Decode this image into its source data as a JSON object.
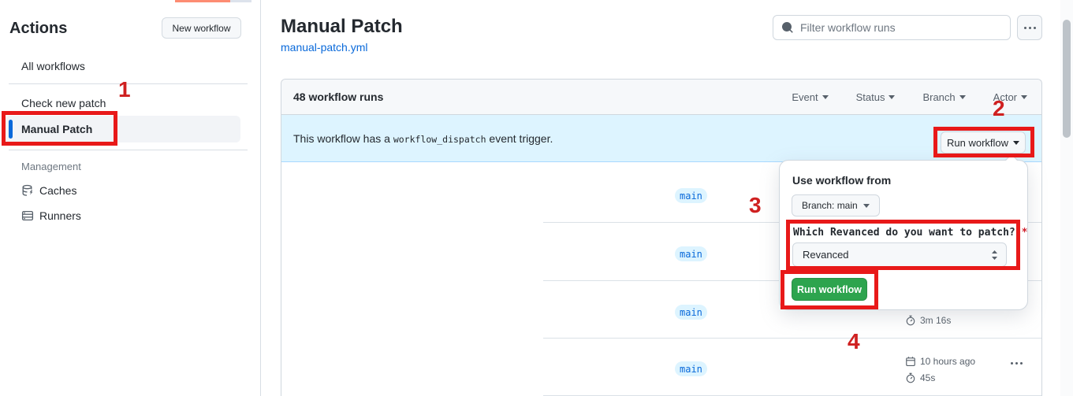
{
  "annotations": {
    "step_1": "1",
    "step_2": "2",
    "step_3": "3",
    "step_4": "4"
  },
  "sidebar": {
    "title": "Actions",
    "new_workflow_button": "New workflow",
    "items": [
      {
        "label": "All workflows"
      },
      {
        "label": "Check new patch"
      },
      {
        "label": "Manual Patch"
      }
    ],
    "management": {
      "label": "Management",
      "items": [
        {
          "label": "Caches"
        },
        {
          "label": "Runners"
        }
      ]
    }
  },
  "main": {
    "title": "Manual Patch",
    "workflow_file": "manual-patch.yml",
    "filter_placeholder": "Filter workflow runs",
    "panel": {
      "runs_count": "48 workflow runs",
      "filters": [
        {
          "label": "Event"
        },
        {
          "label": "Status"
        },
        {
          "label": "Branch"
        },
        {
          "label": "Actor"
        }
      ],
      "banner": {
        "text_before": "This workflow has a ",
        "code": "workflow_dispatch",
        "text_after": " event trigger.",
        "run_workflow_label": "Run workflow"
      },
      "rows": [
        {
          "branch": "main"
        },
        {
          "branch": "main"
        },
        {
          "branch": "main",
          "duration": "3m 16s"
        },
        {
          "branch": "main",
          "started": "10 hours ago",
          "duration": "45s"
        }
      ]
    }
  },
  "popup": {
    "heading": "Use workflow from",
    "branch_selector": "Branch: main",
    "input_label": "Which Revanced do you want to patch?",
    "required": "*",
    "input_value": "Revanced",
    "submit_label": "Run workflow"
  },
  "colors": {
    "annotation_red": "#e81919",
    "annotation_number_red": "#cf2020",
    "accent_blue": "#0969da",
    "banner_blue": "#ddf4ff",
    "badge_blue_bg": "#ddf4ff",
    "success_green": "#2da44e",
    "tab_indicator_salmon": "#fd8c73"
  }
}
